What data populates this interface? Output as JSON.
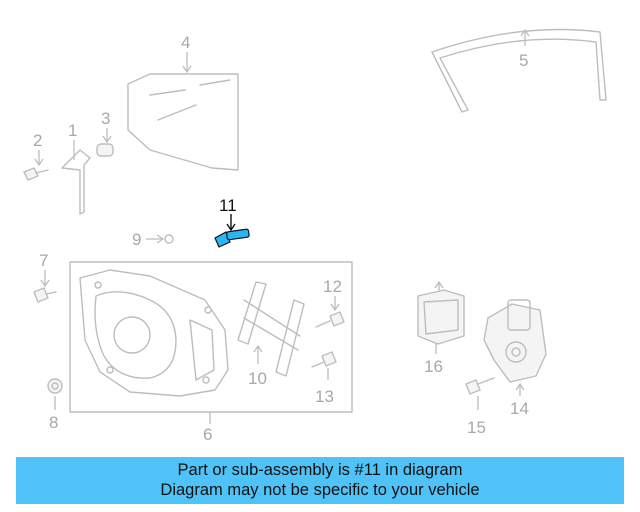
{
  "diagram": {
    "callouts": [
      {
        "id": "c1",
        "label": "1"
      },
      {
        "id": "c2",
        "label": "2"
      },
      {
        "id": "c3",
        "label": "3"
      },
      {
        "id": "c4",
        "label": "4"
      },
      {
        "id": "c5",
        "label": "5"
      },
      {
        "id": "c6",
        "label": "6"
      },
      {
        "id": "c7",
        "label": "7"
      },
      {
        "id": "c8",
        "label": "8"
      },
      {
        "id": "c9",
        "label": "9"
      },
      {
        "id": "c10",
        "label": "10"
      },
      {
        "id": "c11",
        "label": "11"
      },
      {
        "id": "c12",
        "label": "12"
      },
      {
        "id": "c13",
        "label": "13"
      },
      {
        "id": "c14",
        "label": "14"
      },
      {
        "id": "c15",
        "label": "15"
      },
      {
        "id": "c16",
        "label": "16"
      }
    ],
    "highlighted_part": "11"
  },
  "colors": {
    "banner_bg": "#4fc3f7",
    "highlight": "#111111",
    "highlight_part": "#29b6f6",
    "muted": "#a8a8a8"
  },
  "banner": {
    "line1": "Part or sub-assembly is #11 in diagram",
    "line2": "Diagram may not be specific to your vehicle"
  }
}
